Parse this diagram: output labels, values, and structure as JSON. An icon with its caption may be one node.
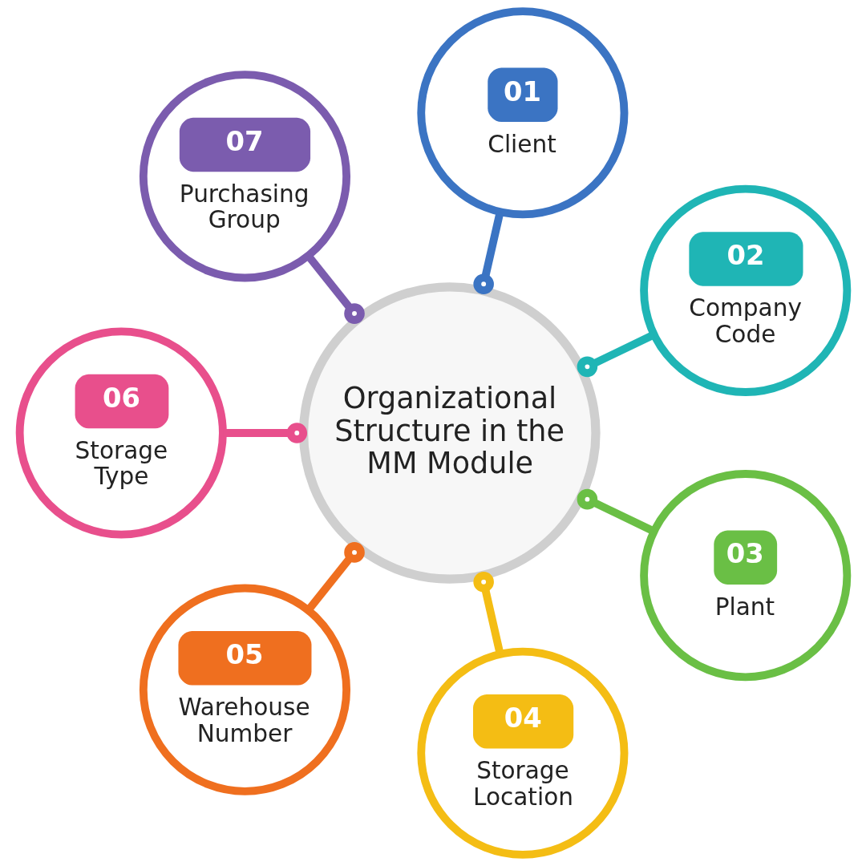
{
  "diagram": {
    "nodes": [
      {
        "text": [
          "Organizational Structure in the MM Module"
        ]
      },
      {
        "text": [
          "01",
          "Client"
        ]
      },
      {
        "text": [
          "02",
          "Company Code"
        ]
      },
      {
        "text": [
          "03",
          "Plant"
        ]
      },
      {
        "text": [
          "04",
          "Storage Location"
        ]
      },
      {
        "text": [
          "05",
          "Warehouse Number"
        ]
      },
      {
        "text": [
          "06",
          "Storage Type"
        ]
      },
      {
        "text": [
          "07",
          "Purchasing Group"
        ]
      }
    ],
    "edges": [
      {
        "from": 0,
        "to": 1,
        "arrow": "other",
        "color": "#3b74c3"
      },
      {
        "from": 0,
        "to": 2,
        "arrow": "other",
        "color": "#1fb5b5"
      },
      {
        "from": 0,
        "to": 3,
        "arrow": "other",
        "color": "#6abf45"
      },
      {
        "from": 0,
        "to": 4,
        "arrow": "other",
        "color": "#f4bd14"
      },
      {
        "from": 0,
        "to": 5,
        "arrow": "other",
        "color": "#ef6f1f"
      },
      {
        "from": 0,
        "to": 6,
        "arrow": "other",
        "color": "#e84f8c"
      },
      {
        "from": 0,
        "to": 7,
        "arrow": "other",
        "color": "#7b5cae"
      }
    ]
  }
}
